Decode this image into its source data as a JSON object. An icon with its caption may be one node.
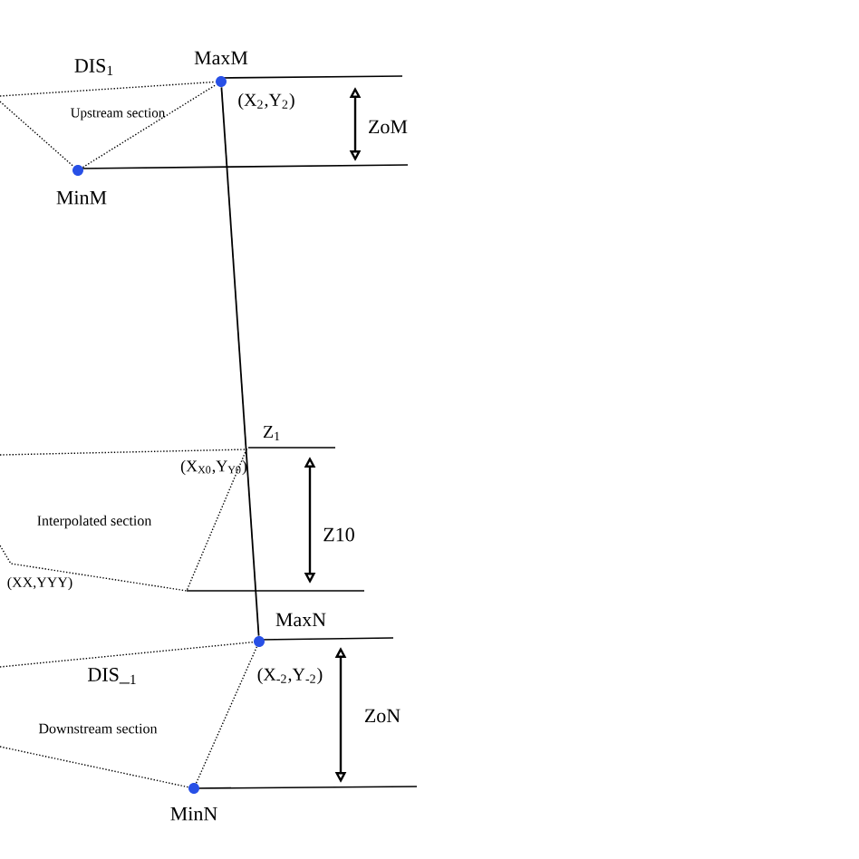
{
  "diagram": {
    "nodes": [
      {
        "text": [
          "MaxM"
        ],
        "beside": [
          "(X$_{2}$,Y$_{2}$)"
        ]
      },
      {
        "text": [
          "MinM"
        ]
      },
      {
        "text": [
          "MaxN"
        ],
        "beside": [
          "(X$_{-2}$,Y$_{-2}$)"
        ]
      },
      {
        "text": [
          "MinN"
        ]
      }
    ],
    "edges": [
      {
        "from": 0,
        "to": 2,
        "arrow": "none"
      },
      {
        "from": 1,
        "to": 0,
        "arrow": "none",
        "style": "dashed"
      },
      {
        "from": null,
        "to": 0,
        "arrow": "none",
        "style": "dashed"
      },
      {
        "from": null,
        "to": 1,
        "arrow": "none",
        "style": "dashed"
      },
      {
        "from": 3,
        "to": 2,
        "arrow": "none",
        "style": "dashed"
      },
      {
        "from": null,
        "to": 2,
        "arrow": "none",
        "style": "dashed"
      },
      {
        "from": null,
        "to": 3,
        "arrow": "none",
        "style": "dashed"
      }
    ],
    "labels": [
      "DIS$_{1}$",
      "Upstream section",
      "ZoM",
      "Z$_{1}$",
      "(X$_{X0}$,Y$_{Y0}$)",
      "Interpolated section",
      "Z10",
      "(XX,YYY)",
      "DIS_$_{1}$",
      "Downstream section",
      "ZoN"
    ]
  }
}
